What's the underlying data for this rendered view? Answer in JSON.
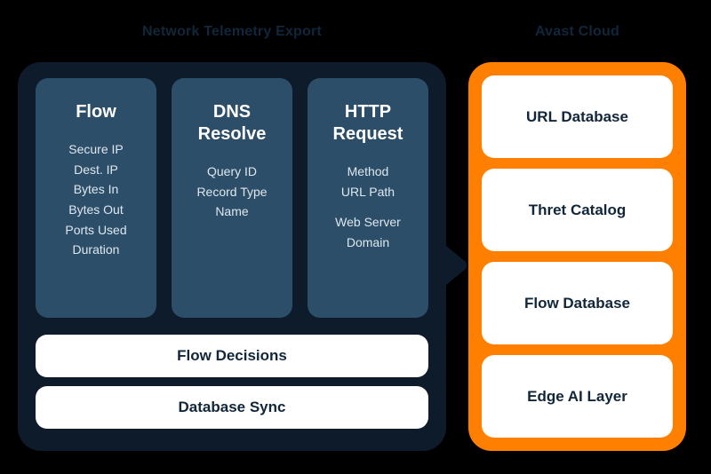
{
  "diagram": {
    "background_color": "#000000",
    "left_panel": {
      "title": "Network Telemetry Export",
      "container_color": "#0d1b2a",
      "card_color": "#2c4e68",
      "cards": [
        {
          "heading": "Flow",
          "fields": [
            "Secure IP",
            "Dest. IP",
            "Bytes In",
            "Bytes Out",
            "Ports Used",
            "Duration"
          ]
        },
        {
          "heading": "DNS\nResolve",
          "fields": [
            "Query ID",
            "Record Type",
            "Name"
          ]
        },
        {
          "heading": "HTTP\nRequest",
          "fields": [
            "Method",
            "URL Path",
            "Web Server\nDomain"
          ]
        }
      ],
      "bars": [
        {
          "label": "Flow Decisions"
        },
        {
          "label": "Database Sync"
        }
      ]
    },
    "connector": {
      "icon": "arrow-right-icon",
      "color": "#0d1b2a"
    },
    "right_panel": {
      "title": "Avast Cloud",
      "container_color": "#FF7F00",
      "cards": [
        {
          "label": "URL Database"
        },
        {
          "label": "Thret Catalog"
        },
        {
          "label": "Flow Database"
        },
        {
          "label": "Edge AI Layer"
        }
      ]
    }
  }
}
